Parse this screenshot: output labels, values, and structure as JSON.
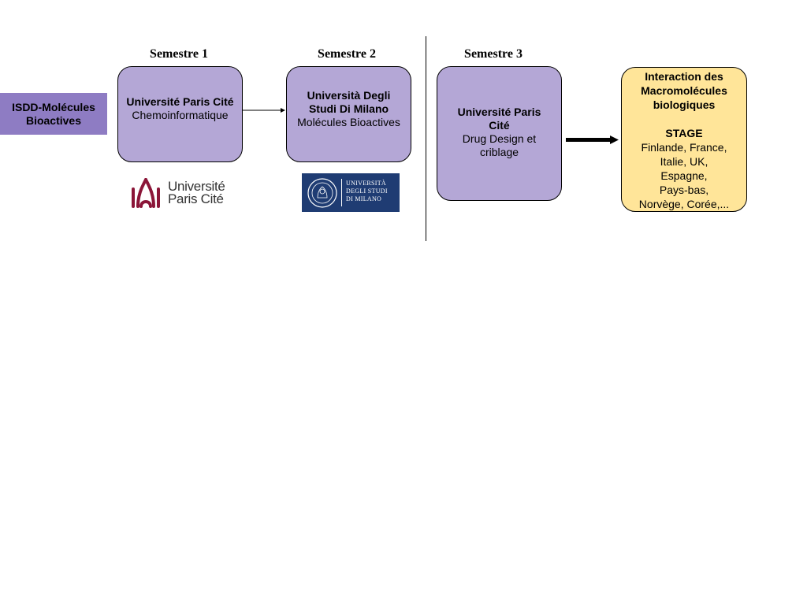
{
  "program_label": {
    "line1": "ISDD-Molécules",
    "line2": "Bioactives"
  },
  "semesters": [
    {
      "heading": "Semestre 1",
      "institution": "Université Paris Cité",
      "course": "Chemoinformatique"
    },
    {
      "heading": "Semestre 2",
      "institution_line1": "Università Degli",
      "institution_line2": "Studi Di Milano",
      "course": "Molécules Bioactives"
    },
    {
      "heading": "Semestre 3",
      "institution_line1": "Université Paris",
      "institution_line2": "Cité",
      "course_line1": "Drug Design et",
      "course_line2": "criblage"
    }
  ],
  "stage": {
    "title_line1": "Interaction des",
    "title_line2": "Macromolécules",
    "title_line3": "biologiques",
    "label": "STAGE",
    "countries": [
      "Finlande, France,",
      "Italie, UK,",
      "Espagne,",
      "Pays-bas,",
      "Norvège, Corée,..."
    ]
  },
  "logos": {
    "upc": {
      "line1": "Université",
      "line2": "Paris Cité",
      "color": "#8b1538"
    },
    "milano": {
      "line1": "UNIVERSITÀ",
      "line2": "DEGLI STUDI",
      "line3": "DI MILANO",
      "color": "#1f3c73"
    }
  },
  "colors": {
    "semester_box": "#b4a7d6",
    "program_label": "#8e7cc3",
    "stage_box": "#ffe599"
  }
}
